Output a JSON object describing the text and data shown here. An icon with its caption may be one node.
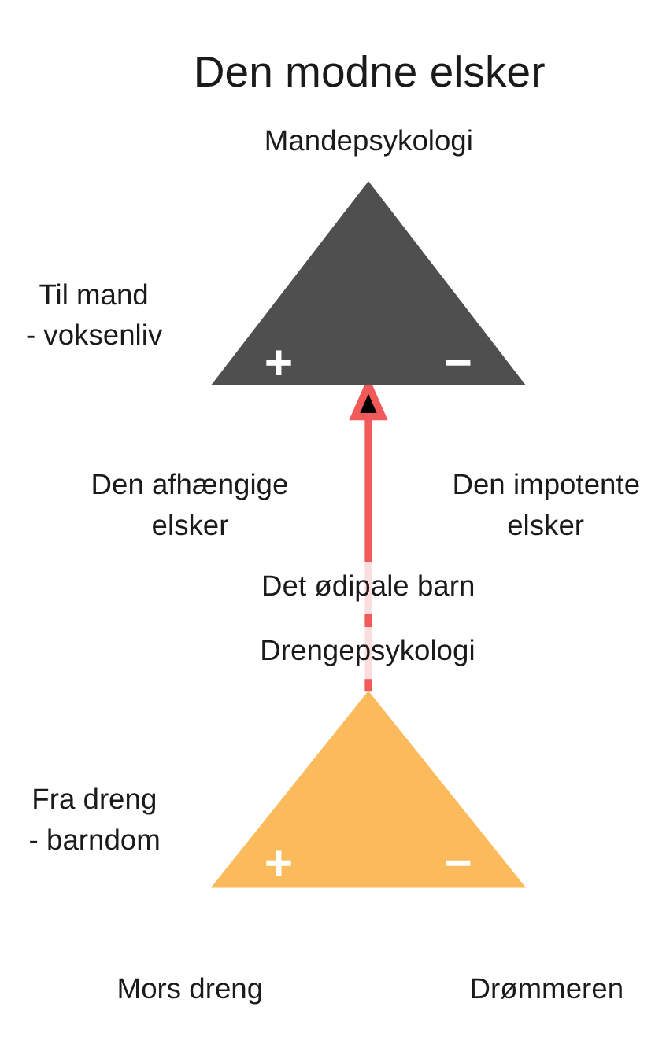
{
  "diagram": {
    "nodes": [
      {
        "text": [
          "+",
          "−"
        ],
        "beside": [
          "Den modne elsker",
          "Mandepsykologi",
          "Den afhængige elsker",
          "Den impotente elsker"
        ]
      },
      {
        "text": [
          "+",
          "−"
        ],
        "beside": [
          "Det ødipale barn",
          "Drengepsykologi",
          "Mors dreng",
          "Drømmeren"
        ]
      }
    ],
    "edges": [
      {
        "from": 1,
        "to": 0,
        "arrow": "to"
      }
    ],
    "labels": [
      "Til mand - voksenliv",
      "Fra dreng - barndom"
    ]
  }
}
